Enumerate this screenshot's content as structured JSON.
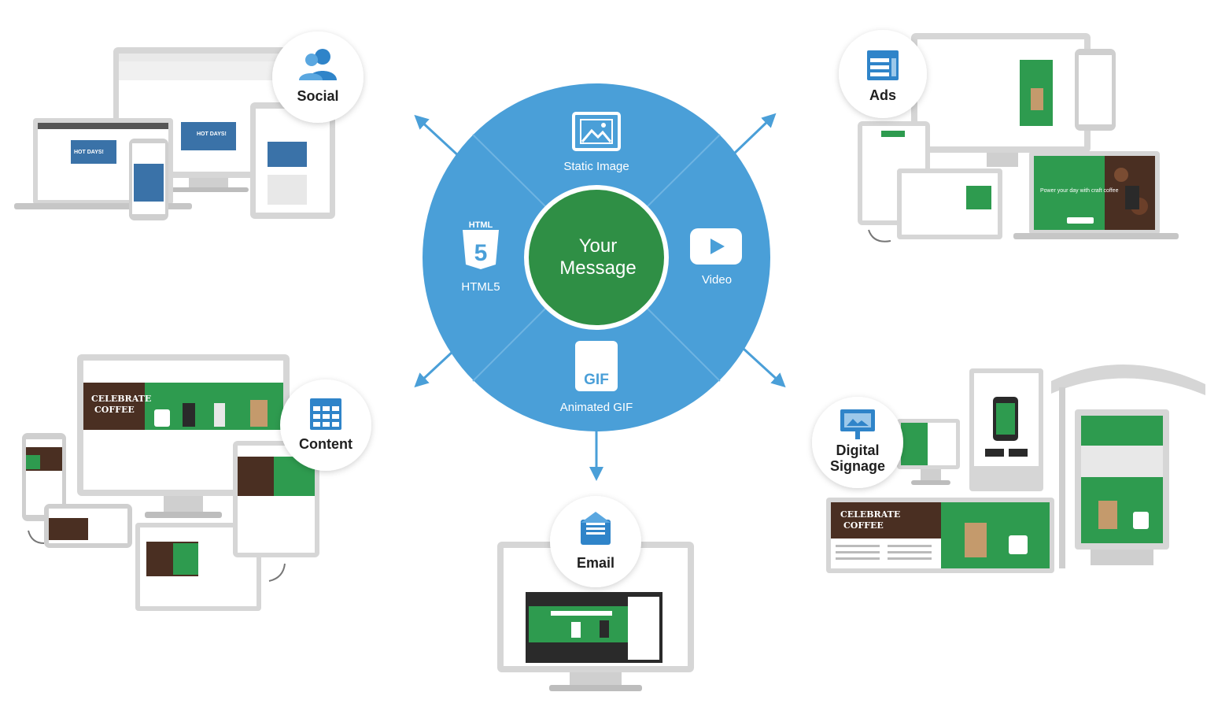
{
  "center": {
    "line1": "Your",
    "line2": "Message"
  },
  "wheel": {
    "static_image": "Static Image",
    "html5_badge": "HTML",
    "html5_badge_number": "5",
    "html5": "HTML5",
    "video": "Video",
    "gif_badge": "GIF",
    "animated_gif": "Animated GIF"
  },
  "channels": {
    "social": "Social",
    "ads": "Ads",
    "content": "Content",
    "digital_signage_line1": "Digital",
    "digital_signage_line2": "Signage",
    "email": "Email"
  },
  "mockups": {
    "hot_days": "HOT DAYS!",
    "celebrate_coffee_line1": "CELEBRATE",
    "celebrate_coffee_line2": "COFFEE",
    "ad_copy": "Power your day with craft coffee"
  },
  "colors": {
    "wheel_blue": "#4a9fd8",
    "center_green": "#2f8f45",
    "mockup_green": "#2e9b4f",
    "icon_blue": "#2f84c9",
    "device_gray": "#d6d6d6",
    "coffee_brown": "#4a2f22"
  }
}
